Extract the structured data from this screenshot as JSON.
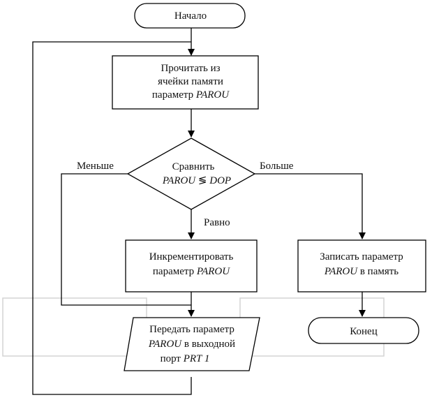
{
  "flowchart": {
    "start": "Начало",
    "read_block": {
      "line1": "Прочитать из",
      "line2": "ячейки памяти",
      "line3_prefix": "параметр",
      "line3_var": "PAROU"
    },
    "compare": {
      "line1": "Сравнить",
      "var_left": "PAROU",
      "operator": "≶",
      "var_right": "DOP"
    },
    "branch_less": "Меньше",
    "branch_greater": "Больше",
    "branch_equal": "Равно",
    "increment_block": {
      "line1": "Инкрементировать",
      "line2_prefix": "параметр",
      "line2_var": "PAROU"
    },
    "write_block": {
      "line1": "Записать параметр",
      "line2_var": "PAROU",
      "line2_suffix": "в память"
    },
    "output_block": {
      "line1": "Передать параметр",
      "line2_var": "PAROU",
      "line2_suffix": "в выходной",
      "line3_prefix": "порт",
      "line3_var": "PRT 1"
    },
    "end": "Конец"
  }
}
